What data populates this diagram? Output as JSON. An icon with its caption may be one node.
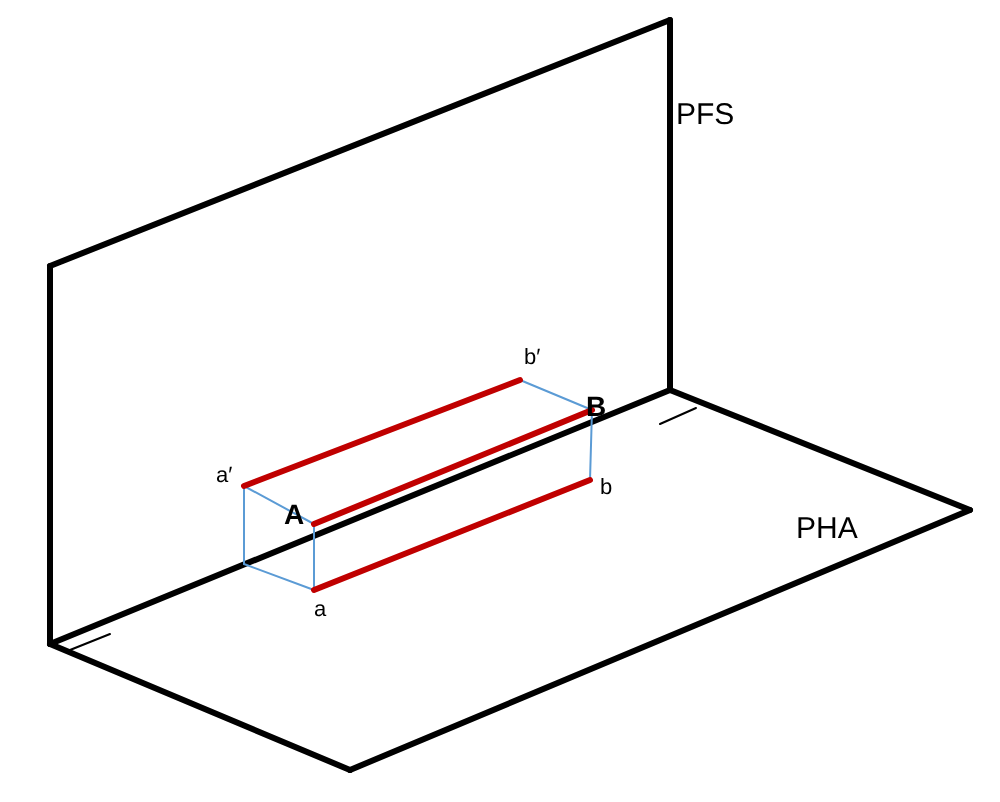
{
  "diagram": {
    "labels": [
      "PFS",
      "b′",
      "B",
      "a′",
      "A",
      "b",
      "PHA",
      "a"
    ]
  }
}
